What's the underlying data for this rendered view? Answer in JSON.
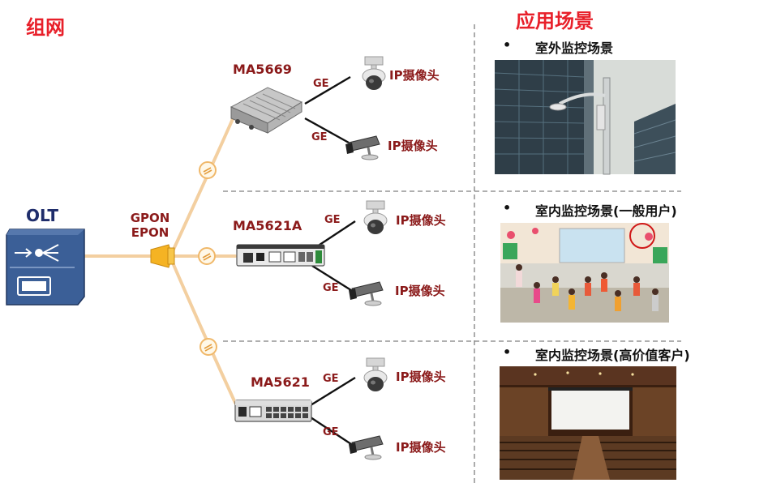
{
  "left": {
    "title": "组网",
    "olt_label": "OLT",
    "pon_label_1": "GPON",
    "pon_label_2": "EPON",
    "devices": [
      {
        "name": "MA5669",
        "links": [
          {
            "ge": "GE",
            "camera": "IP摄像头"
          },
          {
            "ge": "GE",
            "camera": "IP摄像头"
          }
        ]
      },
      {
        "name": "MA5621A",
        "links": [
          {
            "ge": "GE",
            "camera": "IP摄像头"
          },
          {
            "ge": "GE",
            "camera": "IP摄像头"
          }
        ]
      },
      {
        "name": "MA5621",
        "links": [
          {
            "ge": "GE",
            "camera": "IP摄像头"
          },
          {
            "ge": "GE",
            "camera": "IP摄像头"
          }
        ]
      }
    ]
  },
  "right": {
    "title": "应用场景",
    "bullet": "•",
    "scenes": [
      {
        "label": "室外监控场景"
      },
      {
        "label": "室内监控场景(一般用户)"
      },
      {
        "label": "室内监控场景(高价值客户)"
      }
    ]
  },
  "colors": {
    "title_red": "#e8202a",
    "label_dark_red": "#8b1a1a",
    "fiber": "#f3cfa0",
    "olt_blue": "#3b5f97",
    "dashed": "#7f7f7f"
  }
}
